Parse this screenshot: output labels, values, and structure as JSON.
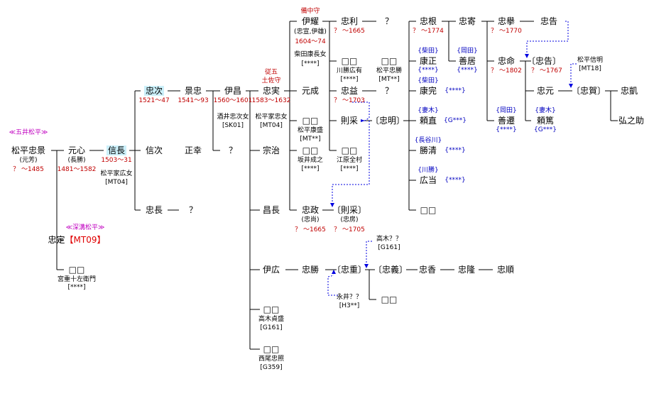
{
  "clan_labels": {
    "goi": "≪五井松平≫",
    "fukozu": "≪深溝松平≫"
  },
  "people": {
    "tadakage": {
      "name": "松平忠景",
      "alias": "(元芳)",
      "life": "？ ～1485"
    },
    "motokokoro": {
      "name": "元心",
      "alias": "(長勝)",
      "life": "1481～1582"
    },
    "nobunaga": {
      "name": "信長",
      "life": "1503～31",
      "wife": "松平家広女",
      "code": "[MT04]"
    },
    "tadatsugu": {
      "name": "忠次",
      "life": "1521～47"
    },
    "nobutsugu": {
      "name": "信次"
    },
    "tadanaga": {
      "name": "忠長"
    },
    "tadanaga_child": {
      "name": "？"
    },
    "tadasada": {
      "name": "忠定",
      "code": "【MT09】"
    },
    "miyashige": {
      "name": "□□",
      "wife": "宮重十左衛門",
      "code": "[****]"
    },
    "kagetada": {
      "name": "景忠",
      "life": "1541～93"
    },
    "masayuki": {
      "name": "正幸"
    },
    "koremasa": {
      "name": "伊昌",
      "life": "1560～1601",
      "wife": "酒井忠次女",
      "code": "[SK01]"
    },
    "koremasa_child2": {
      "name": "？"
    },
    "tadazane": {
      "name": "忠実",
      "life": "1583～1632",
      "rank1": "従五",
      "rank2": "土佐守",
      "wife": "松平家忠女",
      "code": "[MT04]"
    },
    "munenao": {
      "name": "宗治"
    },
    "masanaga": {
      "name": "昌長"
    },
    "korehiro": {
      "name": "伊広"
    },
    "takagi_wife": {
      "name": "□□",
      "wife": "高木貞盛",
      "code": "[G161]"
    },
    "nishio_wife": {
      "name": "□□",
      "wife": "西尾忠照",
      "code": "[G359]"
    },
    "koreteru": {
      "name": "伊耀",
      "alias": "(忠宣,伊雄)",
      "life": "1604～74",
      "rank": "備中守",
      "wife": "柴田康長女",
      "code": "[****]"
    },
    "motonari": {
      "name": "元成"
    },
    "matsudaira_wife": {
      "name": "□□",
      "wife": "松平康盛",
      "code": "[MT**]"
    },
    "sakai_wife": {
      "name": "□□",
      "wife": "坂井成之",
      "code": "[****]"
    },
    "tadamasa": {
      "name": "忠政",
      "alias": "(忠尚)",
      "life": "？ ～1665"
    },
    "tadakatsu": {
      "name": "忠勝"
    },
    "tadatoshi": {
      "name": "忠利",
      "life": "？ ～1665"
    },
    "kawakatsu_wife": {
      "name": "□□",
      "wife": "川勝広有",
      "code": "[****]"
    },
    "tadamasu": {
      "name": "忠益",
      "life": "？ ～1703"
    },
    "noriuna": {
      "name": "則采"
    },
    "edohara_wife": {
      "name": "□□",
      "wife": "江原全村",
      "code": "[****]"
    },
    "noriuna2": {
      "name": "〔則采〕",
      "alias": "(忠房)",
      "life": "？ ～1705"
    },
    "tadashige": {
      "name": "〔忠重〕"
    },
    "takagi2": {
      "name": "高木？？",
      "code": "[G161]"
    },
    "nagai": {
      "name": "永井？？",
      "code": "[H3**]"
    },
    "q_toshi": {
      "name": "？"
    },
    "mp_tadayoshi_wife": {
      "name": "□□",
      "wife": "松平忠勝",
      "code": "[MT**]"
    },
    "q_masu": {
      "name": "？"
    },
    "tadaaki": {
      "name": "〔忠明〕"
    },
    "tadayoshi": {
      "name": "〔忠義〕"
    },
    "tadayoshi_child": {
      "name": "□□"
    },
    "tadaka": {
      "name": "忠香"
    },
    "tadataka": {
      "name": "忠隆"
    },
    "tadayori": {
      "name": "忠順"
    },
    "tadane": {
      "name": "忠根",
      "life": "？ ～1774"
    },
    "yasumasa": {
      "name": "康正",
      "adopt": "{柴田}"
    },
    "yasukan": {
      "name": "康完",
      "adopt": "{柴田}"
    },
    "yorinao": {
      "name": "頼直",
      "adopt": "{妻木}"
    },
    "katsukiyo": {
      "name": "勝清",
      "adopt": "{長谷川}"
    },
    "hiromasa": {
      "name": "広当",
      "adopt": "{川勝}"
    },
    "tadane_last": {
      "name": "□□"
    },
    "tadayori2": {
      "name": "忠寄"
    },
    "yoshii": {
      "name": "善居",
      "adopt": "{岡田}"
    },
    "tadakyo": {
      "name": "忠擧",
      "life": "？ ～1770"
    },
    "tadamei": {
      "name": "忠命",
      "life": "？ ～1802"
    },
    "zensen": {
      "name": "善遷",
      "adopt": "{岡田}"
    },
    "tadakoku": {
      "name": "忠告"
    },
    "tadakoku2": {
      "name": "〔忠告〕",
      "life": "？ ～1767"
    },
    "matsudaira_nobuaki": {
      "name": "松平信明",
      "code": "[MT18]"
    },
    "tadamoto": {
      "name": "忠元"
    },
    "yoritoku": {
      "name": "頼篤",
      "adopt": "{妻木}"
    },
    "tadaka2": {
      "name": "〔忠賀〕"
    },
    "tadahiro": {
      "name": "忠凱"
    },
    "kojinosuke": {
      "name": "弘之助"
    }
  },
  "codes": {
    "g_yasumasa": "{****}",
    "g_yasukan": "{****}",
    "g_yorinao": "{G***}",
    "g_katsukiyo": "{****}",
    "g_hiromasa": "{****}",
    "g_yoshii": "{****}",
    "g_zensen": "{****}",
    "g_yoritoku": "{G***}"
  }
}
